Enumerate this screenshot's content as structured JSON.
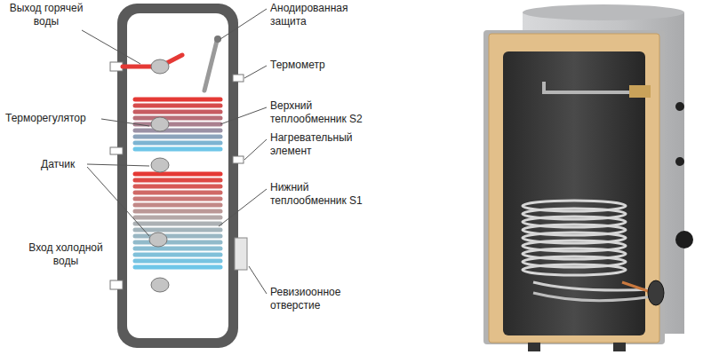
{
  "diagram": {
    "labels": [
      "Выход горячей воды",
      "Анодированная защита",
      "Термометр",
      "Терморегулятор",
      "Верхний теплообменник S2",
      "Нагревательный элемент",
      "Датчик",
      "Нижний теплообменник S1",
      "Вход холодной воды",
      "Ревизиоонное отверстие"
    ]
  }
}
